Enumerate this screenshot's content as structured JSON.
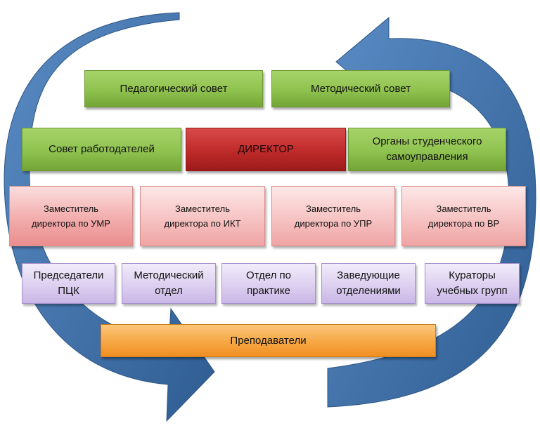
{
  "top_row": {
    "pedagogical_council": "Педагогический совет",
    "methodical_council": "Методический совет"
  },
  "second_row": {
    "employers_council": "Совет работодателей",
    "director": "ДИРЕКТОР",
    "student_government": "Органы студенческого самоуправления"
  },
  "deputies": [
    "Заместитель директора по УМР",
    "Заместитель директора по ИКТ",
    "Заместитель директора по УПР",
    "Заместитель директора по ВР"
  ],
  "departments": [
    "Председатели ПЦК",
    "Методический отдел",
    "Отдел по практике",
    "Заведующие отделениями",
    "Кураторы учебных групп"
  ],
  "teachers": "Преподаватели",
  "colors": {
    "arrow": "#3f6fa6",
    "green": "#8fc24f",
    "director_red": "#bf2a2a",
    "deputy_pink": "#f7c6c6",
    "department_lavender": "#ddd0f0",
    "teachers_orange": "#f7a744"
  }
}
